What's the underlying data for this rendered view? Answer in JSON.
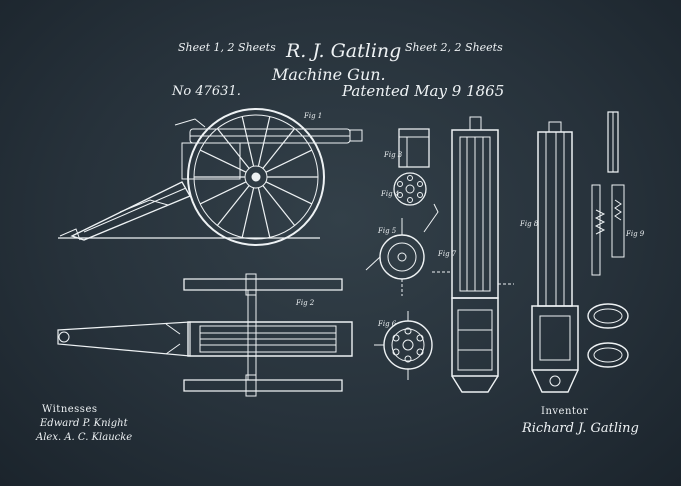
{
  "header": {
    "sheet_left": "Sheet 1, 2 Sheets",
    "sheet_right": "Sheet 2, 2 Sheets",
    "inventor_name": "R. J. Gatling",
    "subject": "Machine Gun.",
    "patent_number": "No 47631.",
    "patent_date": "Patented May 9 1865"
  },
  "figures": {
    "fig1": "Fig 1",
    "fig2": "Fig 2",
    "fig3": "Fig 3",
    "fig4": "Fig 4",
    "fig5": "Fig 5",
    "fig6": "Fig 6",
    "fig7": "Fig 7",
    "fig8": "Fig 8",
    "fig9": "Fig 9"
  },
  "witnesses": {
    "label": "Witnesses",
    "signature_1": "Edward P. Knight",
    "signature_2": "Alex. A. C. Klaucke"
  },
  "inventor": {
    "label": "Inventor",
    "signature": "Richard J. Gatling"
  },
  "colors": {
    "background": "#27323b",
    "ink": "#eef2f4"
  }
}
